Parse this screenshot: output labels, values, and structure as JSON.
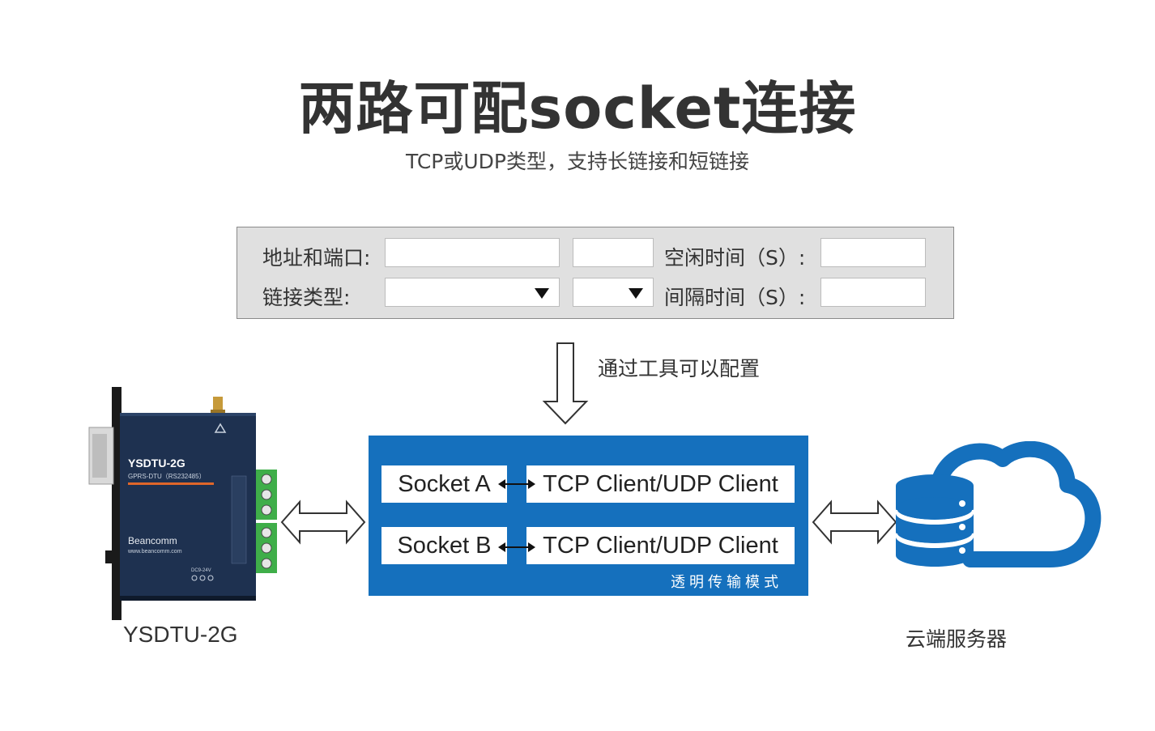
{
  "header": {
    "title": "两路可配socket连接",
    "subtitle": "TCP或UDP类型，支持长链接和短链接"
  },
  "config_panel": {
    "address_label": "地址和端口:",
    "type_label": "链接类型:",
    "idle_label": "空闲时间（S）:",
    "interval_label": "间隔时间（S）:"
  },
  "arrow_text": "通过工具可以配置",
  "transparent_box": {
    "socket_a": "Socket A",
    "socket_b": "Socket B",
    "client_a": "TCP Client/UDP Client",
    "client_b": "TCP Client/UDP Client",
    "mode_label": "透明传输模式"
  },
  "device": {
    "caption": "YSDTU-2G",
    "front_model": "YSDTU-2G",
    "front_sub": "GPRS-DTU（RS232485）",
    "brand": "Beancomm",
    "website": "www.beancomm.com",
    "power": "DC9-24V"
  },
  "server": {
    "caption": "云端服务器"
  },
  "colors": {
    "accent_blue": "#1570bd",
    "panel_gray": "#e0e0e0",
    "device_navy": "#1e3150",
    "terminal_green": "#3fae49"
  }
}
